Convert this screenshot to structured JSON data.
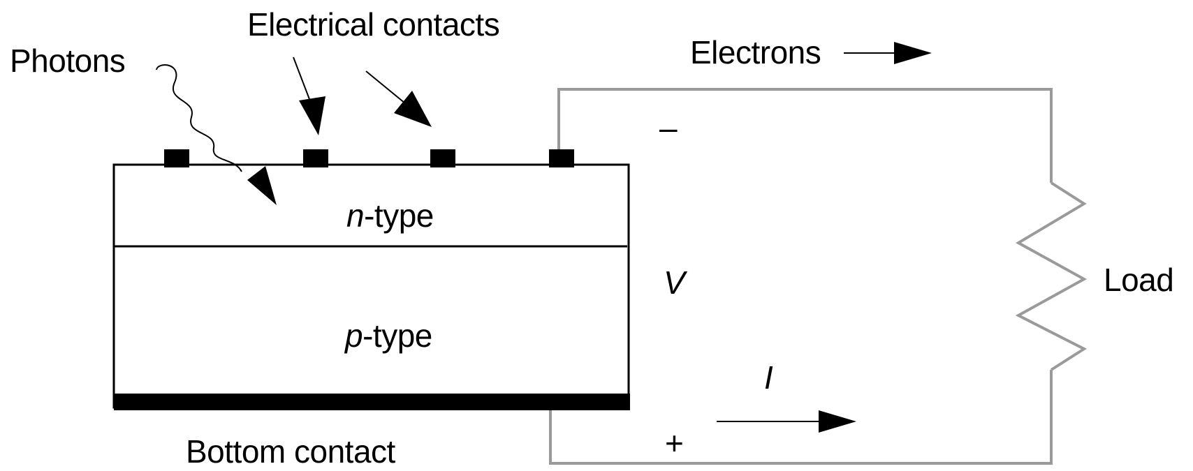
{
  "labels": {
    "photons": "Photons",
    "electrical_contacts": "Electrical contacts",
    "electrons": "Electrons",
    "n_layer_prefix": "n",
    "n_layer_suffix": "-type",
    "p_layer_prefix": "p",
    "p_layer_suffix": "-type",
    "bottom_contact": "Bottom contact",
    "load": "Load",
    "voltage": "V",
    "current": "I",
    "minus": "–",
    "plus": "+"
  },
  "colors": {
    "ink": "#000000",
    "wire": "#9a9a9a",
    "background": "#ffffff"
  }
}
